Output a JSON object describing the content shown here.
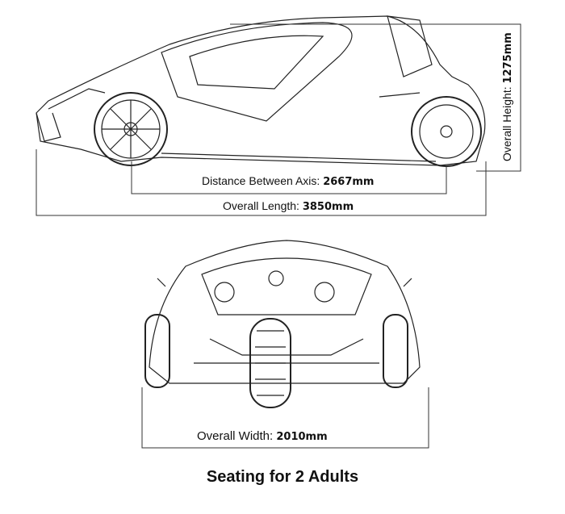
{
  "side_view": {
    "axis_label": "Distance Between Axis:",
    "axis_value": "2667mm",
    "length_label": "Overall Length:",
    "length_value": "3850mm",
    "height_label": "Overall Height:",
    "height_value": "1275mm"
  },
  "front_view": {
    "width_label": "Overall Width:",
    "width_value": "2010mm"
  },
  "caption": "Seating for 2 Adults"
}
